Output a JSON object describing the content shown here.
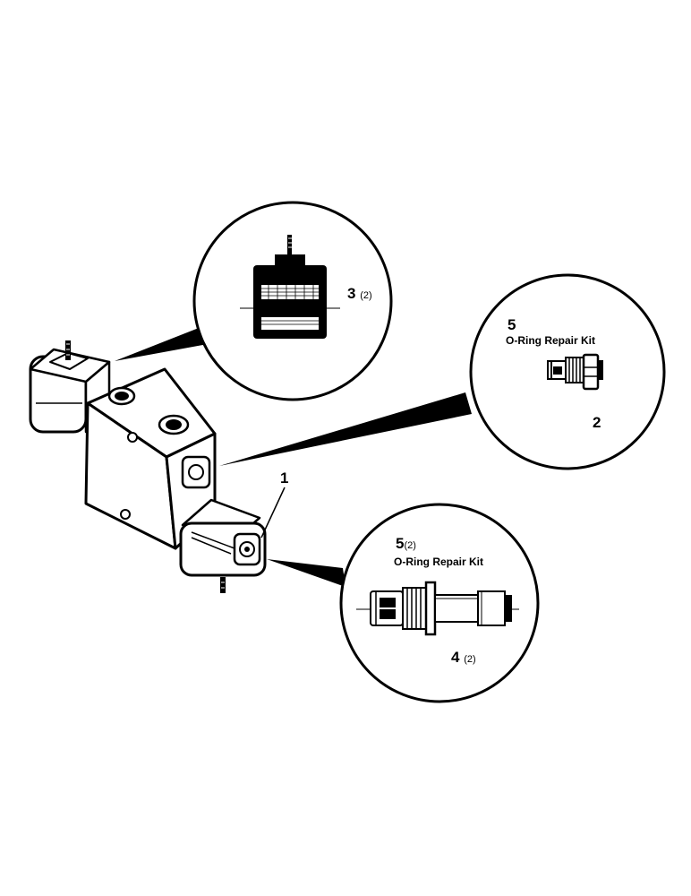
{
  "callouts": {
    "item1": {
      "number": "1"
    },
    "item2": {
      "number": "2"
    },
    "item3": {
      "number": "3",
      "qty": "(2)"
    },
    "item4": {
      "number": "4",
      "qty": "(2)"
    },
    "item5a": {
      "number": "5",
      "label": "O-Ring Repair Kit"
    },
    "item5b": {
      "number": "5",
      "qty": "(2)",
      "label": "O-Ring Repair Kit"
    }
  }
}
